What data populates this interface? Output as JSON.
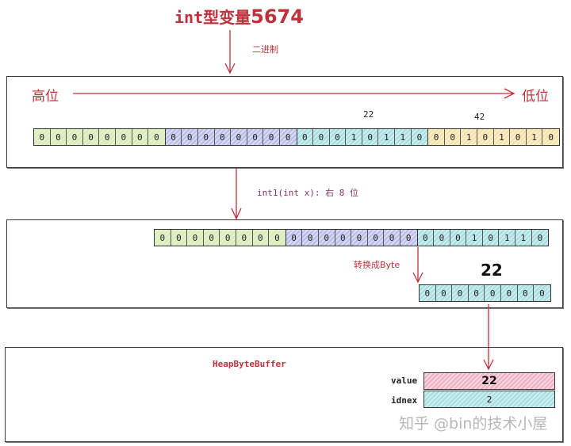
{
  "title": {
    "text": "int型变量",
    "number": "5674"
  },
  "step1_label": "二进制",
  "panel1": {
    "high_label": "高位",
    "low_label": "低位",
    "byte_labels": {
      "third": "22",
      "fourth": "42"
    },
    "bytes": [
      {
        "color": "green",
        "bits": [
          "0",
          "0",
          "0",
          "0",
          "0",
          "0",
          "0",
          "0"
        ]
      },
      {
        "color": "blue",
        "bits": [
          "0",
          "0",
          "0",
          "0",
          "0",
          "0",
          "0",
          "0"
        ]
      },
      {
        "color": "cyan",
        "bits": [
          "0",
          "0",
          "0",
          "1",
          "0",
          "1",
          "1",
          "0"
        ]
      },
      {
        "color": "yellow",
        "bits": [
          "0",
          "0",
          "1",
          "0",
          "1",
          "0",
          "1",
          "0"
        ]
      }
    ]
  },
  "step2_label": "int1(int x): 右 8 位",
  "panel2": {
    "bytes": [
      {
        "color": "green",
        "bits": [
          "0",
          "0",
          "0",
          "0",
          "0",
          "0",
          "0",
          "0"
        ]
      },
      {
        "color": "blue",
        "bits": [
          "0",
          "0",
          "0",
          "0",
          "0",
          "0",
          "0",
          "0"
        ]
      },
      {
        "color": "cyan",
        "bits": [
          "0",
          "0",
          "0",
          "1",
          "0",
          "1",
          "1",
          "0"
        ]
      }
    ],
    "convert_label": "转换成Byte",
    "byte_value": "22",
    "result_byte": {
      "color": "cyan",
      "bits": [
        "0",
        "0",
        "0",
        "0",
        "0",
        "0",
        "0",
        "0"
      ]
    }
  },
  "panel3": {
    "class_name": "HeapByteBuffer",
    "fields": [
      {
        "name": "value",
        "value": "22"
      },
      {
        "name": "idnex",
        "value": "2"
      }
    ]
  },
  "watermark": "知乎 @bin的技术小屋",
  "colors": {
    "accent_red": "#c0303a",
    "green": "#d6ebb6",
    "blue": "#b8bde8",
    "cyan": "#a8dde0",
    "yellow": "#f6e0a8",
    "pink": "#eeb0c4"
  }
}
